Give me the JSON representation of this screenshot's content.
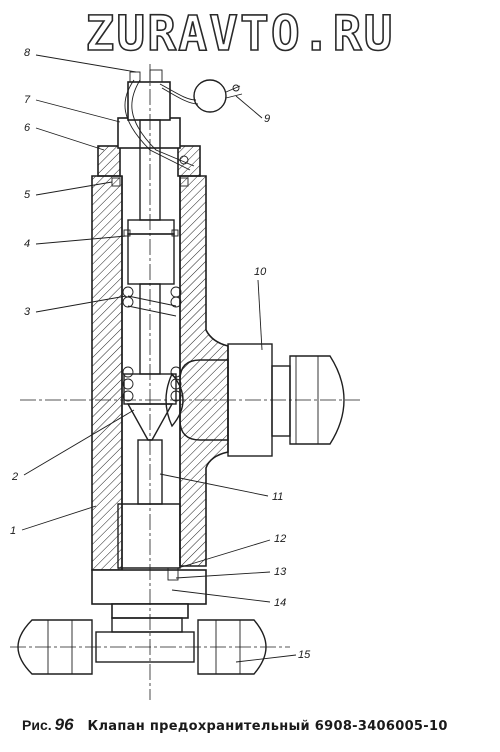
{
  "watermark": "ZURAVTO.RU",
  "caption": {
    "prefix": "Рис.",
    "number": "96",
    "text": "Клапан предохранительный 6908-3406005-10"
  },
  "callouts": [
    "8",
    "7",
    "6",
    "5",
    "4",
    "3",
    "9",
    "10",
    "2",
    "11",
    "1",
    "12",
    "13",
    "14",
    "15"
  ],
  "colors": {
    "ink": "#1f1f1f",
    "paper": "#ffffff"
  }
}
